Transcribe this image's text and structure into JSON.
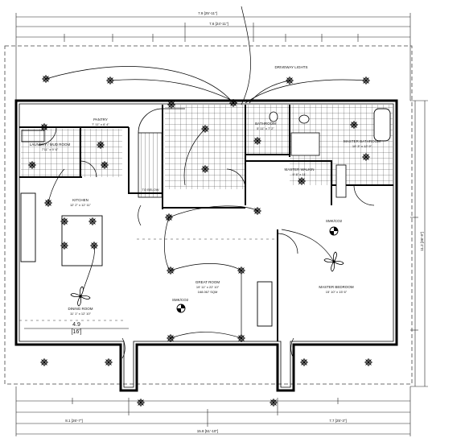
{
  "drawing": {
    "type": "electrical floor plan",
    "rooms": {
      "laundry": {
        "name": "LAUNDRY / MUD ROOM",
        "size": "7'11\" x 9' 6\""
      },
      "pantry": {
        "name": "PANTRY",
        "size": "7' 11\" x 6' 4\""
      },
      "to_below": {
        "name": "TO BELOW"
      },
      "bathroom": {
        "name": "BATHROOM",
        "size": "5' 11\" x 7' 2\""
      },
      "master_bath": {
        "name": "MASTER BATHROOM",
        "size": "10' 3\" x 12' 9\""
      },
      "master_walkin": {
        "name": "MASTER WALKIN",
        "size": "9' 6\" x 11'"
      },
      "kitchen": {
        "name": "KITCHEN",
        "size": "12' 2\" x 12' 11\""
      },
      "great_room": {
        "name": "GREAT ROOM",
        "size": "19' 11\" x 22' 10\"",
        "area": "168.067 SQM"
      },
      "master_bed": {
        "name": "MASTER BEDROOM",
        "size": "15' 10\" x 15' 6\""
      },
      "dining": {
        "name": "DINING ROOM",
        "size": "11' 1\" x 12' 10\""
      }
    },
    "labels": {
      "driveway_lights": "DRIVEWAY LIGHTS",
      "smk_co_1": "SMK/CO2",
      "smk_co_2": "SMK/CO2",
      "dim_4_9": "4.9",
      "dim_16": "[16']"
    },
    "dims": {
      "top_total": "7.9 [25'-11\"]",
      "top_mid": "7.6 [24'-11\"]",
      "right_total": "11.2 [36'-9\"]",
      "bottom_total": "15.8 [51'-10\"]",
      "bottom_left": "8.1 [26'-7\"]",
      "bottom_right": "7.7 [25'-3\"]"
    },
    "line_color": "#1a1a1a"
  }
}
